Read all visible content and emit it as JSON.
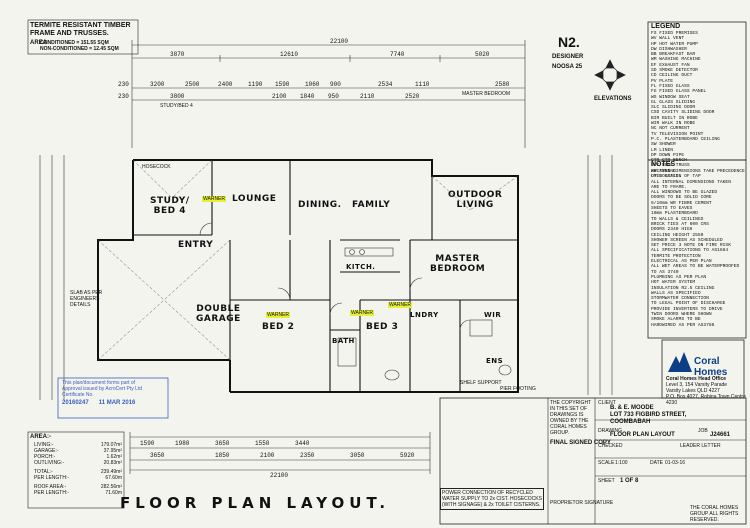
{
  "header": {
    "termite_title": "TERMITE RESISTANT TIMBER FRAME AND TRUSSES.",
    "area_label": "AREA:",
    "area_conditioned": "CONDITIONED = 151.55 SQM",
    "area_non_conditioned": "NON-CONDITIONED = 12.45 SQM",
    "overall_dim": "22100",
    "top_dims": [
      "3870",
      "12610",
      "7740",
      "5020"
    ],
    "sub_dims": [
      "3200",
      "2500",
      "2400",
      "1190",
      "1590",
      "1060",
      "900",
      "2534",
      "1110",
      "2580"
    ],
    "lower_dims": [
      "3800",
      "2100",
      "1840",
      "950",
      "2110",
      "2520"
    ],
    "left_top_dims": [
      "230",
      "230"
    ]
  },
  "design": {
    "code": "N2.",
    "designer_label": "DESIGNER",
    "model": "NOOSA 25",
    "elevations_label": "ELEVATIONS"
  },
  "rooms": {
    "study": "STUDY/\nBED 4",
    "lounge": "LOUNGE",
    "dining": "DINING.",
    "family": "FAMILY",
    "outdoor": "OUTDOOR\nLIVING",
    "entry": "ENTRY",
    "kitch": "KITCH.",
    "master": "MASTER\nBEDROOM",
    "garage": "DOUBLE\nGARAGE",
    "bed2": "BED 2",
    "bed3": "BED 3",
    "bath": "BATH",
    "lndry": "LNDRY",
    "ens": "ENS",
    "wir": "WIR"
  },
  "highlights": [
    "WARNER",
    "WARNER",
    "WARNER",
    "WARNER"
  ],
  "area_table": {
    "title": "AREA:-",
    "rows": [
      {
        "label": "LIVING:-",
        "value": "179.07m²"
      },
      {
        "label": "GARAGE:-",
        "value": "37.95m²"
      },
      {
        "label": "PORCH:-",
        "value": "1.62m²"
      },
      {
        "label": "OUTLIVING:-",
        "value": "20.83m²"
      },
      {
        "label": "TOTAL:-",
        "value": "239.49m²"
      },
      {
        "label": "PER LENGTH:-",
        "value": "67.60m"
      },
      {
        "label": "ROOF AREA:-",
        "value": "282.56m²"
      },
      {
        "label": "PER LENGTH:-",
        "value": "71.60m"
      }
    ]
  },
  "stamp": {
    "line1": "This plan/document forms part of",
    "line2": "Approval issued by AcroCert Pty Ltd",
    "line3": "Certificate No.",
    "number": "20160247",
    "date": "11 MAR 2016"
  },
  "bottom_dims": [
    "1590",
    "1980",
    "3650",
    "1550",
    "3440",
    "3650",
    "1850",
    "2100",
    "2350",
    "3050",
    "5920"
  ],
  "bottom_overall": "22100",
  "footer": {
    "title": "FLOOR PLAN LAYOUT.",
    "power_note": "POWER CONNECTION OF RECYCLED WATER SUPPLY TO 2x CIST. HOSECOCKS (WITH SIGNAGE) & 2x TOILET CISTERNS.",
    "copyright": "THE COPYRIGHT IN THIS SET OF DRAWINGS IS OWNED BY THE CORAL HOMES GROUP.",
    "final_signed": "FINAL SIGNED COPY",
    "proprietor_signature": "PROPRIETOR SIGNATURE"
  },
  "company": {
    "name": "Coral Homes",
    "office": "Coral Homes Head Office",
    "address1": "Level 3, 154 Varsity Parade",
    "address2": "Varsity Lakes QLD 4227",
    "po": "P.O. Box 4027, Robina Town Centre 4230",
    "group": "THE CORAL HOMES GROUP ALL RIGHTS RESERVED."
  },
  "title_block": {
    "client_label": "CLIENT",
    "client": "B. & E. MOODE",
    "site": "LOT 733 FIGBIRD STREET,",
    "suburb": "COOMBABAH",
    "drawing_label": "DRAWING",
    "drawing": "FLOOR PLAN LAYOUT",
    "job_label": "JOB",
    "job": "J24661",
    "sheet_label": "SHEET",
    "sheet": "1 OF 8",
    "checked_label": "CHECKED",
    "leader": "LEADER LETTER",
    "scale_label": "SCALE",
    "scale": "1:100",
    "date_label": "DATE",
    "date": "01-03-16"
  },
  "legend": {
    "title": "LEGEND",
    "items": [
      "FS   FIXED PREMISES",
      "WV   WALL VENT",
      "HP   HOT WATER PUMP",
      "DW   DISHWASHER",
      "BB   BREAKFAST BAR",
      "WM   WASHING MACHINE",
      "EF   EXHAUST FAN",
      "SD   SMOKE DETECTOR",
      "CD   CEILING DUCT",
      "PV   PLATE",
      "FL   FIXED GLASS",
      "FG   FIXED GLASS PANEL",
      "WS   WINDOW SEAT",
      "GL   GLASS SLIDING",
      "SLC  SLIDING DOOR",
      "CSD  CAVITY SLIDING DOOR",
      "BIR  BUILT IN ROBE",
      "WIR  WALK IN ROBE",
      "NC   NOT CURRENT",
      "TV   TELEVISION POINT",
      "P.C. PLASTERBOARD CEILING",
      "SW   SHOWER",
      "LM   LINEN",
      "DP   DOWN PIPE",
      "CTR  CTR BENCH",
      "R/T  ROOF TRUSS",
      "AW   AWNING",
      "LT   LOCATION OF TAP"
    ]
  },
  "notes": {
    "title": "NOTES",
    "items": [
      "WRITTEN DIMENSIONS TAKE PRECEDENCE",
      "OVER SCALE.",
      "ALL INTERNAL DIMENSIONS TAKEN",
      "ARE TO FRAME.",
      "ALL WINDOWS TO BE GLAZED",
      "DOORS TO BE SOLID CORE",
      "6/10mm WR FIBRE CEMENT",
      "SHEETS TO EAVES",
      "10mm PLASTERBOARD",
      "TO WALLS & CEILINGS",
      "BRICK TIES AT 600 CRS",
      "DOORS 2340 HIGH",
      "CEILING HEIGHT 2550",
      "SHOWER SCREEN AS SCHEDULED",
      "SET PRICE 3 NOTE ON FIRE RISK",
      "ALL SPECIFICATIONS TO AS1684",
      "TERMITE PROTECTION",
      "ELECTRICAL AS PER PLAN",
      "ALL WET AREAS TO BE WATERPROOFED",
      "TO AS 3740",
      "PLUMBING AS PER PLAN",
      "HOT WATER SYSTEM",
      "INSULATION R2.5 CEILING",
      "WALLS AS SPECIFIED",
      "STORMWATER CONNECTION",
      "TO LEGAL POINT OF DISCHARGE",
      "PROVIDE INVERTERS TO DRIVE",
      "TWIN DOORS WHERE SHOWN",
      "SMOKE ALARMS TO BE",
      "HARDWIRED AS PER AS3786"
    ]
  },
  "labels": {
    "hosecock": "HOSECOCK",
    "master_bedroom_small": "MASTER BEDROOM",
    "study_bed_small": "STUDY/BED 4",
    "shelf_support": "SHELF SUPPORT",
    "pier_footing": "PIER FOOTING",
    "slab_note": "SLAB AS PER ENGINEERS DETAILS"
  }
}
